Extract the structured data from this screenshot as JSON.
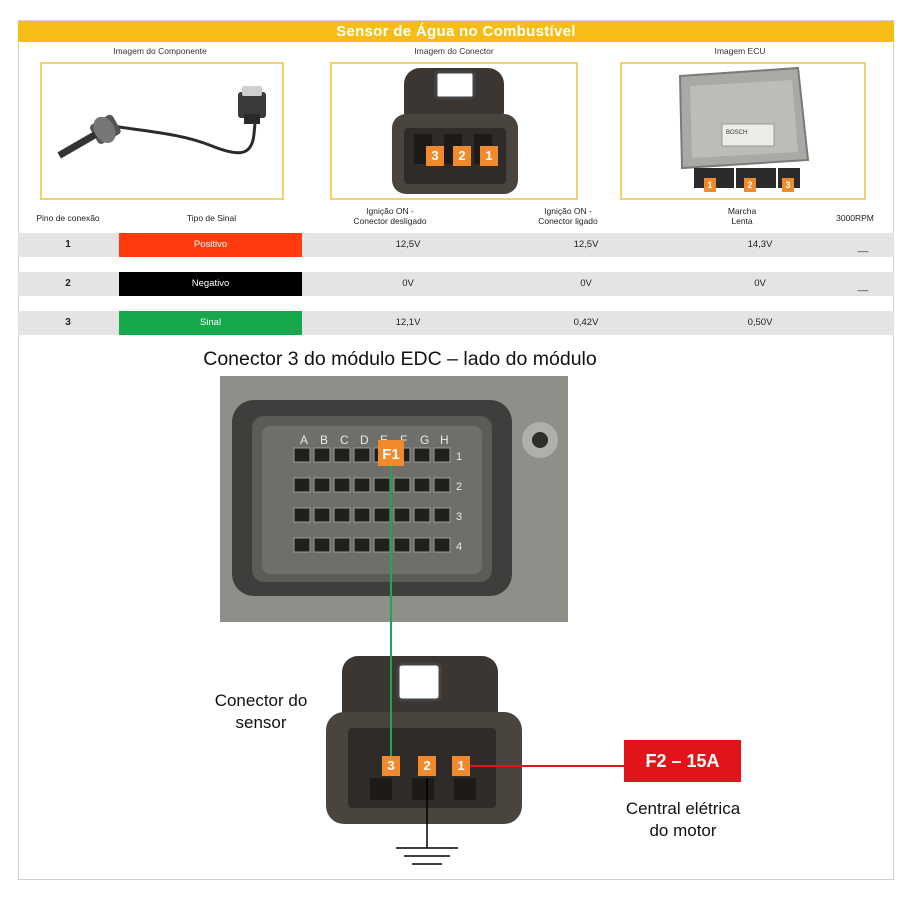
{
  "title": "Sensor de Água no Combustível",
  "images": {
    "component_label": "Imagem do Componente",
    "connector_label": "Imagem do Conector",
    "ecu_label": "Imagem ECU",
    "connector_pins": [
      "3",
      "2",
      "1"
    ],
    "ecu_pins": [
      "1",
      "2",
      "3"
    ],
    "ecu_brand": "BOSCH"
  },
  "table": {
    "headers": {
      "pin": "Pino de conexão",
      "signal_type": "Tipo de Sinal",
      "ign_off_a": "Ignição ON -",
      "ign_off_b": "Conector desligado",
      "ign_on_a": "Ignição ON -",
      "ign_on_b": "Conector ligado",
      "idle_a": "Marcha",
      "idle_b": "Lenta",
      "rpm": "3000RPM"
    },
    "rows": [
      {
        "pin": "1",
        "signal": "Positivo",
        "color": "#ff3a0e",
        "ign_off": "12,5V",
        "ign_on": "12,5V",
        "idle": "14,3V",
        "rpm": "__"
      },
      {
        "pin": "2",
        "signal": "Negativo",
        "color": "#000000",
        "ign_off": "0V",
        "ign_on": "0V",
        "idle": "0V",
        "rpm": "__"
      },
      {
        "pin": "3",
        "signal": "Sinal",
        "color": "#16a84a",
        "ign_off": "12,1V",
        "ign_on": "0,42V",
        "idle": "0,50V",
        "rpm": ""
      }
    ]
  },
  "diagram": {
    "title": "Conector 3 do módulo EDC – lado do módulo",
    "module_columns": [
      "A",
      "B",
      "C",
      "D",
      "E",
      "F",
      "G",
      "H"
    ],
    "module_rows": [
      "1",
      "2",
      "3",
      "4"
    ],
    "module_pin_tag": "F1",
    "sensor_label_1": "Conector do",
    "sensor_label_2": "sensor",
    "sensor_pins": [
      "3",
      "2",
      "1"
    ],
    "fuse": "F2 – 15A",
    "fuse_caption_1": "Central elétrica",
    "fuse_caption_2": "do motor",
    "wire_green": "#1fa84a",
    "wire_red": "#e2141b"
  }
}
